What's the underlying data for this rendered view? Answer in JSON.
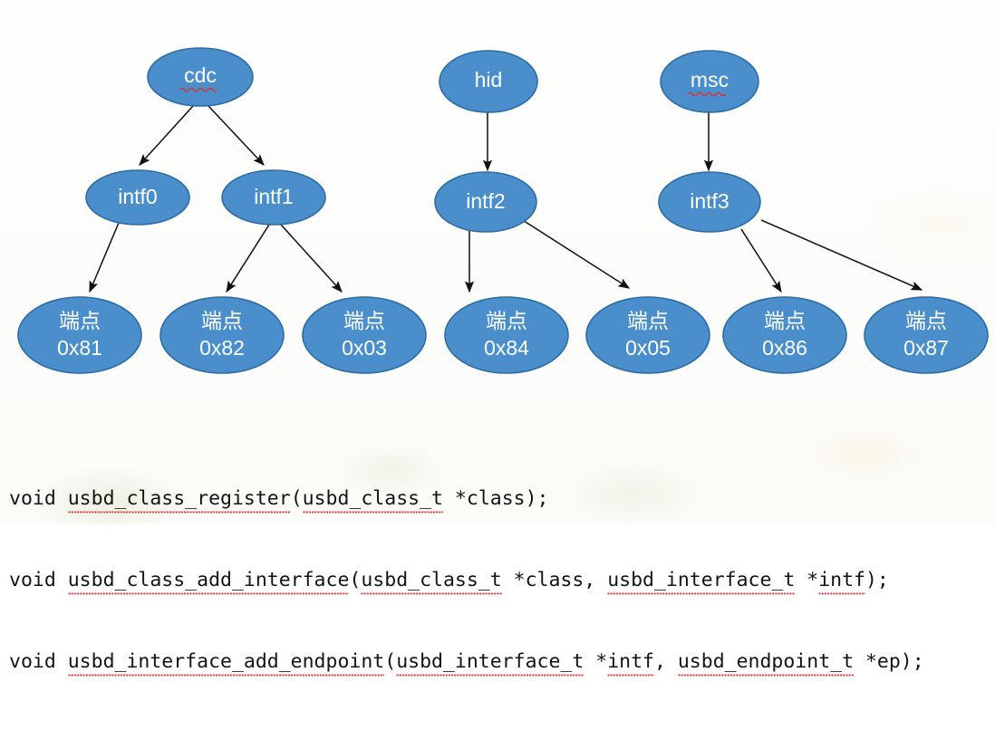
{
  "diagram": {
    "title": "USB device class / interface / endpoint tree",
    "colors": {
      "node_fill": "#4A8FCC",
      "node_stroke": "#2E6DA4",
      "node_text": "#ffffff",
      "edge": "#1a1a1a",
      "spellcheck_underline": "#e23b3b",
      "background": "#fdfdfb"
    },
    "classes": [
      {
        "id": "cdc",
        "label": "cdc",
        "misspelled": true
      },
      {
        "id": "hid",
        "label": "hid",
        "misspelled": false
      },
      {
        "id": "msc",
        "label": "msc",
        "misspelled": true
      }
    ],
    "interfaces": [
      {
        "id": "intf0",
        "label": "intf0",
        "parent": "cdc"
      },
      {
        "id": "intf1",
        "label": "intf1",
        "parent": "cdc"
      },
      {
        "id": "intf2",
        "label": "intf2",
        "parent": "hid"
      },
      {
        "id": "intf3",
        "label": "intf3",
        "parent": "msc"
      }
    ],
    "endpoints": [
      {
        "id": "ep81",
        "line1": "端点",
        "line2": "0x81",
        "parent": "intf0"
      },
      {
        "id": "ep82",
        "line1": "端点",
        "line2": "0x82",
        "parent": "intf1"
      },
      {
        "id": "ep03",
        "line1": "端点",
        "line2": "0x03",
        "parent": "intf1"
      },
      {
        "id": "ep84",
        "line1": "端点",
        "line2": "0x84",
        "parent": "intf2"
      },
      {
        "id": "ep05",
        "line1": "端点",
        "line2": "0x05",
        "parent": "intf2"
      },
      {
        "id": "ep86",
        "line1": "端点",
        "line2": "0x86",
        "parent": "intf3"
      },
      {
        "id": "ep87",
        "line1": "端点",
        "line2": "0x87",
        "parent": "intf3"
      }
    ]
  },
  "code": {
    "lines": [
      {
        "id": "line-register",
        "tokens": [
          {
            "text": "void ",
            "underlined": false
          },
          {
            "text": "usbd_class_register",
            "underlined": true
          },
          {
            "text": "(",
            "underlined": false
          },
          {
            "text": "usbd_class_t",
            "underlined": true
          },
          {
            "text": " *class);",
            "underlined": false
          }
        ]
      },
      {
        "id": "line-add-interface",
        "tokens": [
          {
            "text": "void ",
            "underlined": false
          },
          {
            "text": "usbd_class_add_interface",
            "underlined": true
          },
          {
            "text": "(",
            "underlined": false
          },
          {
            "text": "usbd_class_t",
            "underlined": true
          },
          {
            "text": " *class, ",
            "underlined": false
          },
          {
            "text": "usbd_interface_t",
            "underlined": true
          },
          {
            "text": " *",
            "underlined": false
          },
          {
            "text": "intf",
            "underlined": true
          },
          {
            "text": ");",
            "underlined": false
          }
        ]
      },
      {
        "id": "line-add-endpoint",
        "tokens": [
          {
            "text": "void ",
            "underlined": false
          },
          {
            "text": "usbd_interface_add_endpoint",
            "underlined": true
          },
          {
            "text": "(",
            "underlined": false
          },
          {
            "text": "usbd_interface_t",
            "underlined": true
          },
          {
            "text": " *",
            "underlined": false
          },
          {
            "text": "intf",
            "underlined": true
          },
          {
            "text": ", ",
            "underlined": false
          },
          {
            "text": "usbd_endpoint_t",
            "underlined": true
          },
          {
            "text": " *ep);",
            "underlined": false
          }
        ]
      }
    ]
  }
}
